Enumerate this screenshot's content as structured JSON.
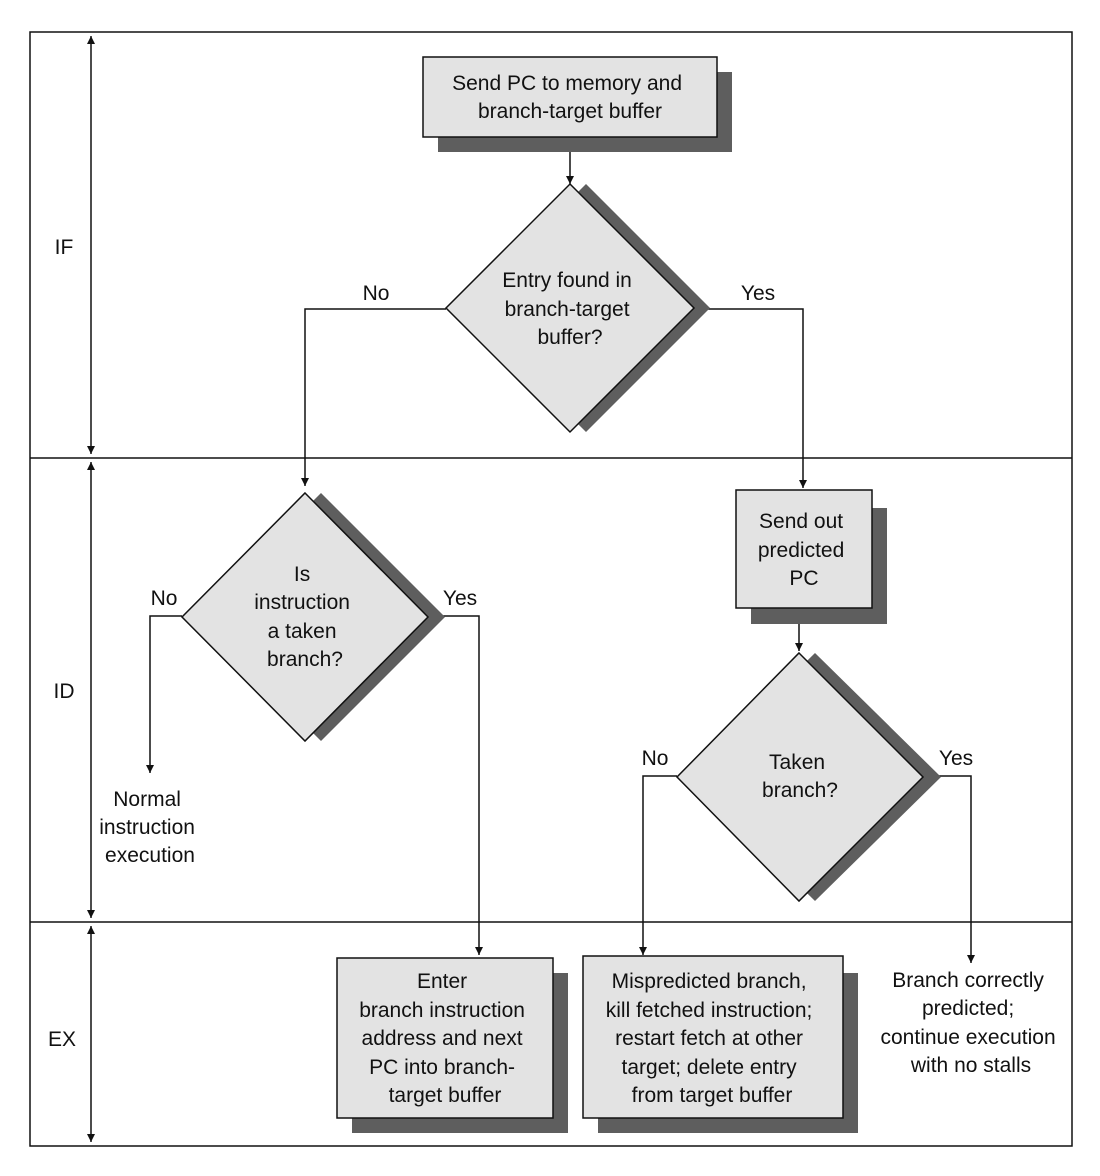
{
  "stages": {
    "if": "IF",
    "id": "ID",
    "ex": "EX"
  },
  "nodes": {
    "send_pc": [
      "Send PC to memory and",
      "branch-target buffer"
    ],
    "entry_found": [
      "Entry found in",
      "branch-target",
      "buffer?"
    ],
    "is_taken": [
      "Is",
      "instruction",
      "a taken",
      "branch?"
    ],
    "send_predicted": [
      "Send out",
      "predicted",
      "PC"
    ],
    "taken_branch": [
      "Taken",
      "branch?"
    ],
    "normal_exec": [
      "Normal",
      "instruction",
      "execution"
    ],
    "enter_branch": [
      "Enter",
      "branch instruction",
      "address and next",
      "PC into branch-",
      "target buffer"
    ],
    "mispredicted": [
      "Mispredicted branch,",
      "kill fetched instruction;",
      "restart fetch at other",
      "target; delete entry",
      "from target buffer"
    ],
    "correct": [
      "Branch correctly",
      "predicted;",
      "continue execution",
      "with no stalls"
    ]
  },
  "edges": {
    "entry_no": "No",
    "entry_yes": "Yes",
    "taken_no": "No",
    "taken_yes": "Yes",
    "tb_no": "No",
    "tb_yes": "Yes"
  },
  "colors": {
    "box_fill": "#e3e3e3",
    "shadow": "#5e5e5e",
    "line": "#111111"
  }
}
